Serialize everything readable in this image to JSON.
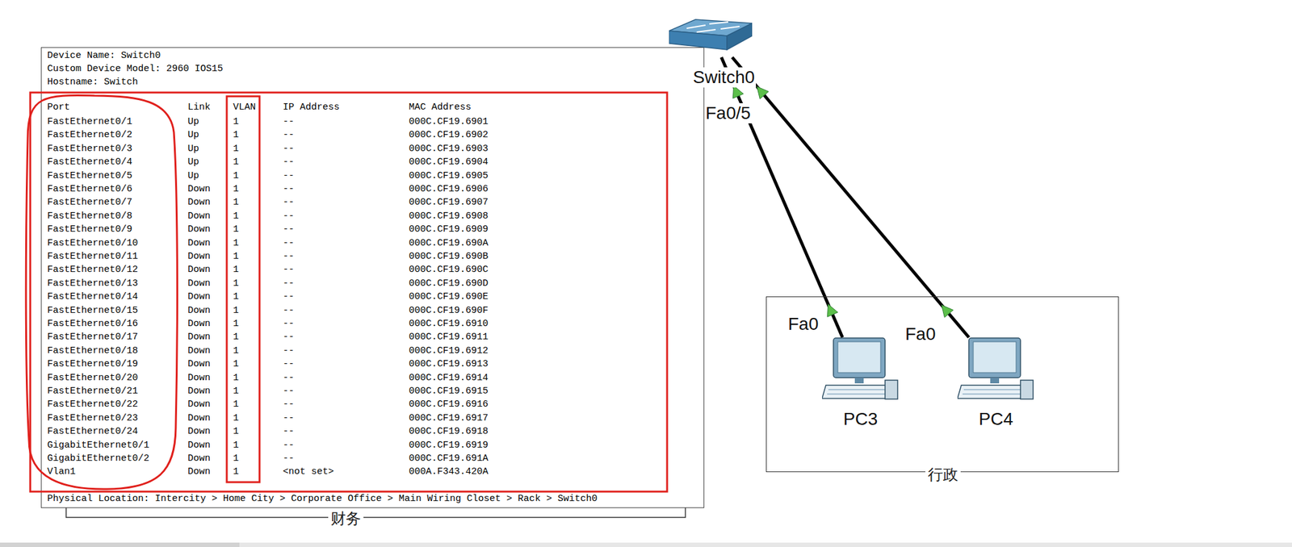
{
  "diagram": {
    "nodes": [
      {
        "text": [
          "Device Name: Switch0",
          "Custom Device Model: 2960 IOS15",
          "Hostname: Switch",
          "Physical Location: Intercity > Home City > Corporate Office > Main Wiring Closet > Rack > Switch0"
        ]
      },
      {
        "text": [
          "Switch0"
        ]
      },
      {
        "text": [
          "行政"
        ]
      },
      {
        "text": [
          "PC3"
        ],
        "in": 2
      },
      {
        "text": [
          "PC4"
        ],
        "in": 2
      }
    ],
    "edges": [
      {
        "from": 1,
        "to": 3,
        "arrow": "none"
      },
      {
        "from": 1,
        "to": 4,
        "arrow": "none"
      }
    ],
    "labels": [
      "Port",
      "Link",
      "VLAN",
      "IP Address",
      "MAC Address",
      "FastEthernet0/1",
      "Up",
      "1",
      "--",
      "000C.CF19.6901",
      "FastEthernet0/2",
      "Up",
      "1",
      "--",
      "000C.CF19.6902",
      "FastEthernet0/3",
      "Up",
      "1",
      "--",
      "000C.CF19.6903",
      "FastEthernet0/4",
      "Up",
      "1",
      "--",
      "000C.CF19.6904",
      "FastEthernet0/5",
      "Up",
      "1",
      "--",
      "000C.CF19.6905",
      "FastEthernet0/6",
      "Down",
      "1",
      "--",
      "000C.CF19.6906",
      "FastEthernet0/7",
      "Down",
      "1",
      "--",
      "000C.CF19.6907",
      "FastEthernet0/8",
      "Down",
      "1",
      "--",
      "000C.CF19.6908",
      "FastEthernet0/9",
      "Down",
      "1",
      "--",
      "000C.CF19.6909",
      "FastEthernet0/10",
      "Down",
      "1",
      "--",
      "000C.CF19.690A",
      "FastEthernet0/11",
      "Down",
      "1",
      "--",
      "000C.CF19.690B",
      "FastEthernet0/12",
      "Down",
      "1",
      "--",
      "000C.CF19.690C",
      "FastEthernet0/13",
      "Down",
      "1",
      "--",
      "000C.CF19.690D",
      "FastEthernet0/14",
      "Down",
      "1",
      "--",
      "000C.CF19.690E",
      "FastEthernet0/15",
      "Down",
      "1",
      "--",
      "000C.CF19.690F",
      "FastEthernet0/16",
      "Down",
      "1",
      "--",
      "000C.CF19.6910",
      "FastEthernet0/17",
      "Down",
      "1",
      "--",
      "000C.CF19.6911",
      "FastEthernet0/18",
      "Down",
      "1",
      "--",
      "000C.CF19.6912",
      "FastEthernet0/19",
      "Down",
      "1",
      "--",
      "000C.CF19.6913",
      "FastEthernet0/20",
      "Down",
      "1",
      "--",
      "000C.CF19.6914",
      "FastEthernet0/21",
      "Down",
      "1",
      "--",
      "000C.CF19.6915",
      "FastEthernet0/22",
      "Down",
      "1",
      "--",
      "000C.CF19.6916",
      "FastEthernet0/23",
      "Down",
      "1",
      "--",
      "000C.CF19.6917",
      "FastEthernet0/24",
      "Down",
      "1",
      "--",
      "000C.CF19.6918",
      "GigabitEthernet0/1",
      "Down",
      "1",
      "--",
      "000C.CF19.6919",
      "GigabitEthernet0/2",
      "Down",
      "1",
      "--",
      "000C.CF19.691A",
      "Vlan1",
      "Down",
      "1",
      "<not set>",
      "000A.F343.420A",
      "Fa0/5",
      "Fa0",
      "Fa0",
      "财务"
    ]
  }
}
